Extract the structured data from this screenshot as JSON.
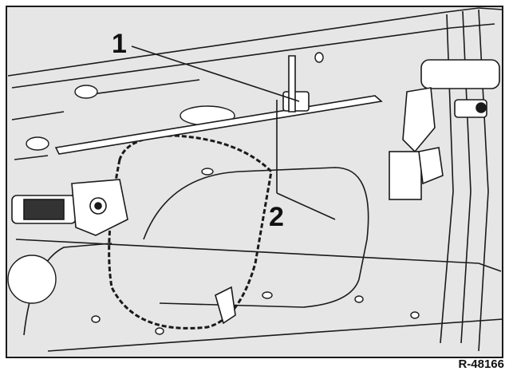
{
  "figure": {
    "callouts": [
      {
        "label": "1"
      },
      {
        "label": "2"
      }
    ],
    "reference": "R-48166"
  },
  "colors": {
    "line": "#1a1a1a",
    "background": "#ffffff",
    "shade": "#e6e6e6"
  }
}
